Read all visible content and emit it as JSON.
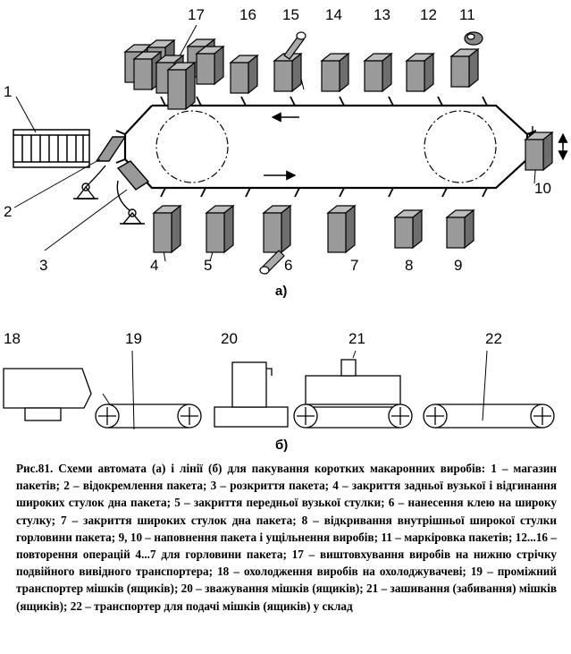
{
  "labels": {
    "n1": "1",
    "n2": "2",
    "n3": "3",
    "n4": "4",
    "n5": "5",
    "n6": "6",
    "n7": "7",
    "n8": "8",
    "n9": "9",
    "n10": "10",
    "n11": "11",
    "n12": "12",
    "n13": "13",
    "n14": "14",
    "n15": "15",
    "n16": "16",
    "n17": "17",
    "n18": "18",
    "n19": "19",
    "n20": "20",
    "n21": "21",
    "n22": "22",
    "sub_a": "а)",
    "sub_b": "б)"
  },
  "caption": {
    "fig_label": "Рис.81.",
    "text": " Схеми автомата (а) і лінії (б) для пакування коротких макаронних виробів: 1 – магазин пакетів; 2 – відокремлення пакета; 3 – розкриття пакета; 4 – закриття задньої вузької і відгинання широких стулок дна пакета; 5 – закриття передньої вузької стулки; 6 – нанесення клею на широку стулку; 7 – закриття широких стулок дна пакета; 8 – відкривання внутрішньої широкої стулки горловини пакета; 9, 10 – наповнення пакета і ущільнення виробів; 11 – маркіровка пакетів; 12...16 – повторення операцій 4...7 для горловини пакета; 17 – виштовхування виробів на нижню стрічку подвійного вивідного транспортера; 18 – охолодження виробів на охолоджувачеві; 19 – проміжний транспортер мішків (ящиків); 20 – зважування мішків (ящиків); 21 – зашивання (забивання) мішків (ящиків); 22 – транспортер для подачі мішків (ящиків) у склад"
  }
}
